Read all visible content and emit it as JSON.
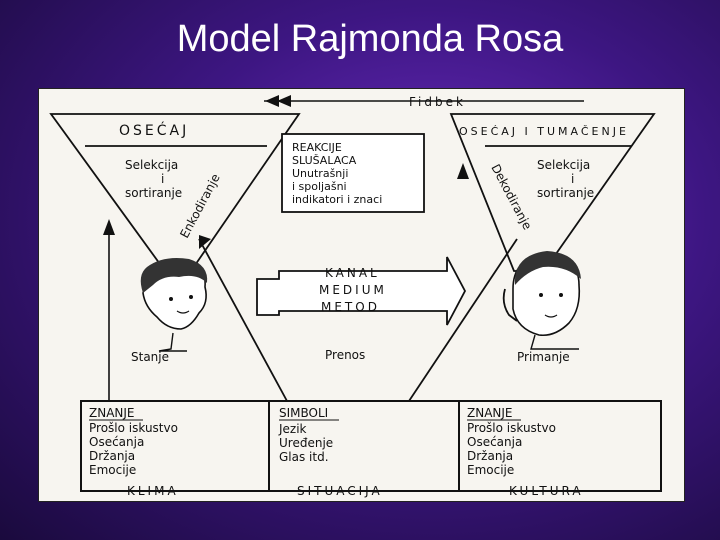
{
  "title": "Model Rajmonda Rosa",
  "feedback": "Fidbek",
  "left": {
    "funnel_title": "OSEĆAJ",
    "selection_lines": [
      "Selekcija",
      "i",
      "sortiranje"
    ],
    "process": "Enkodiranje",
    "person_label": "Stanje",
    "box_title": "ZNANJE",
    "box_items": [
      "Prošlo iskustvo",
      "Osećanja",
      "Držanja",
      "Emocije"
    ],
    "footer": "KLIMA"
  },
  "right": {
    "funnel_title": "OSEĆAJ I TUMAČENJE",
    "selection_lines": [
      "Selekcija",
      "i",
      "sortiranje"
    ],
    "process": "Dekodiranje",
    "person_label": "Primanje",
    "box_title": "ZNANJE",
    "box_items": [
      "Prošlo iskustvo",
      "Osećanja",
      "Držanja",
      "Emocije"
    ],
    "footer": "KULTURA"
  },
  "center": {
    "reactions_lines": [
      "REAKCIJE",
      "SLUŠALACA",
      "Unutrašnji",
      "i spoljašni",
      "indikatori i znaci"
    ],
    "channel_lines": [
      "KANAL",
      "MEDIUM",
      "METOD"
    ],
    "transfer_label": "Prenos",
    "box_title": "SIMBOLI",
    "box_items": [
      "Jezik",
      "Uređenje",
      "Glas itd."
    ],
    "footer": "SITUACIJA"
  }
}
